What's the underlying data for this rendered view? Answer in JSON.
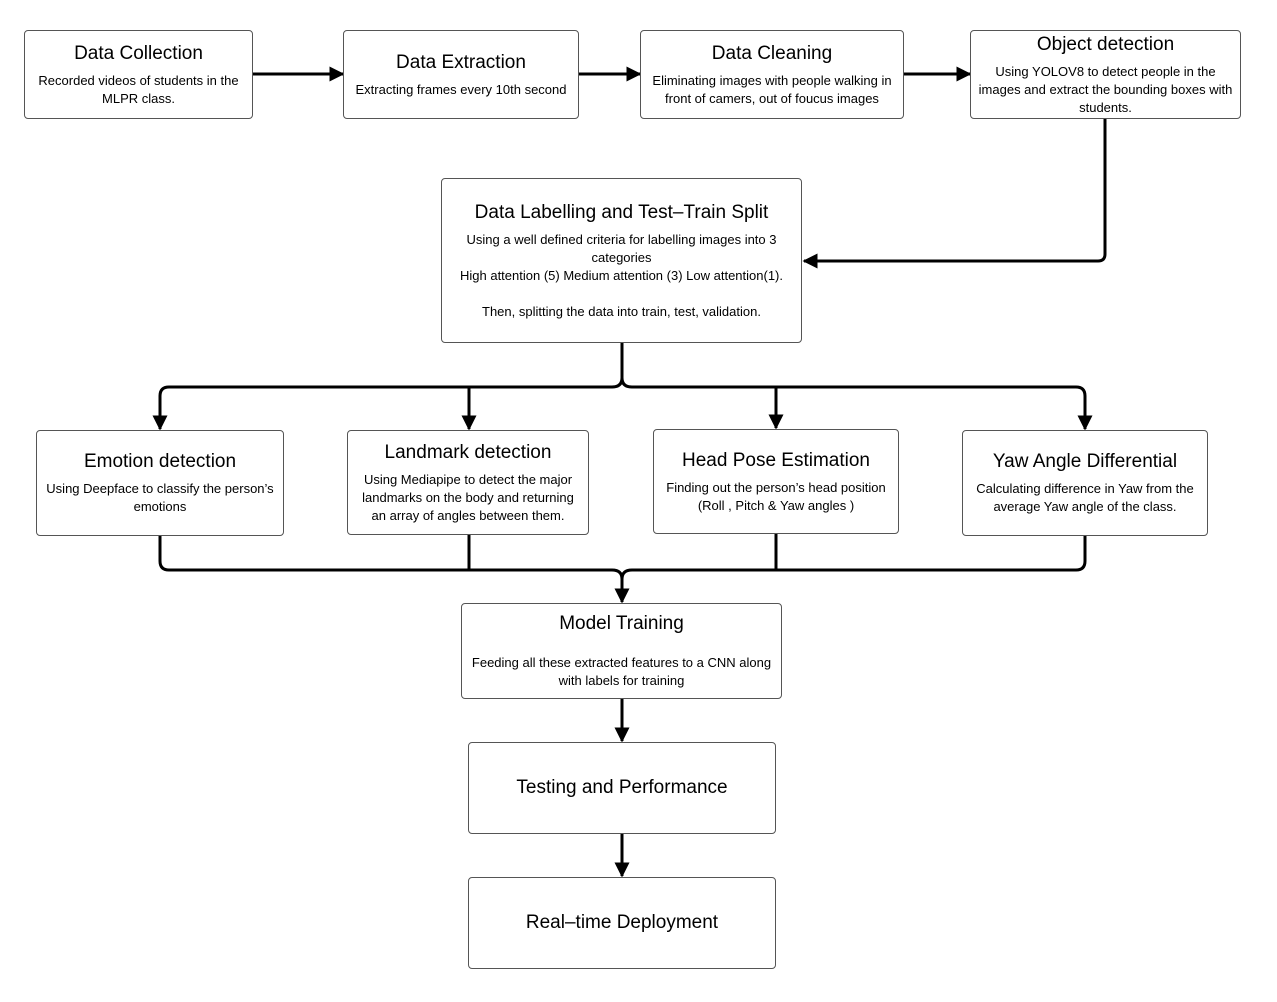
{
  "nodes": {
    "data_collection": {
      "title": "Data Collection",
      "desc": "Recorded videos of students in the MLPR class."
    },
    "data_extraction": {
      "title": "Data Extraction",
      "desc": "Extracting frames every 10th second"
    },
    "data_cleaning": {
      "title": "Data Cleaning",
      "desc": "Eliminating images with people walking in front of camers, out of foucus images"
    },
    "object_detection": {
      "title": "Object detection",
      "desc": "Using YOLOV8 to detect people in the images and extract the bounding boxes with students."
    },
    "data_labelling": {
      "title": "Data Labelling and Test–Train Split",
      "line1": "Using a well defined criteria for labelling images into 3 categories",
      "line2": "High attention (5)  Medium attention (3)  Low attention(1).",
      "line3": "Then, splitting the data into train, test, validation."
    },
    "emotion_detection": {
      "title": "Emotion detection",
      "desc": "Using Deepface to classify the person’s emotions"
    },
    "landmark_detection": {
      "title": "Landmark detection",
      "desc": "Using Mediapipe to detect the major landmarks on the body and returning an array of angles between them."
    },
    "head_pose": {
      "title": "Head Pose Estimation",
      "desc": "Finding out the person’s head position (Roll , Pitch & Yaw angles )"
    },
    "yaw_differential": {
      "title": "Yaw Angle Differential",
      "desc": "Calculating difference in Yaw from the average Yaw angle of the class."
    },
    "model_training": {
      "title": "Model Training",
      "desc": "Feeding all these extracted features to a CNN along with labels for training"
    },
    "testing": {
      "title": "Testing and Performance"
    },
    "deployment": {
      "title": "Real–time Deployment"
    }
  }
}
